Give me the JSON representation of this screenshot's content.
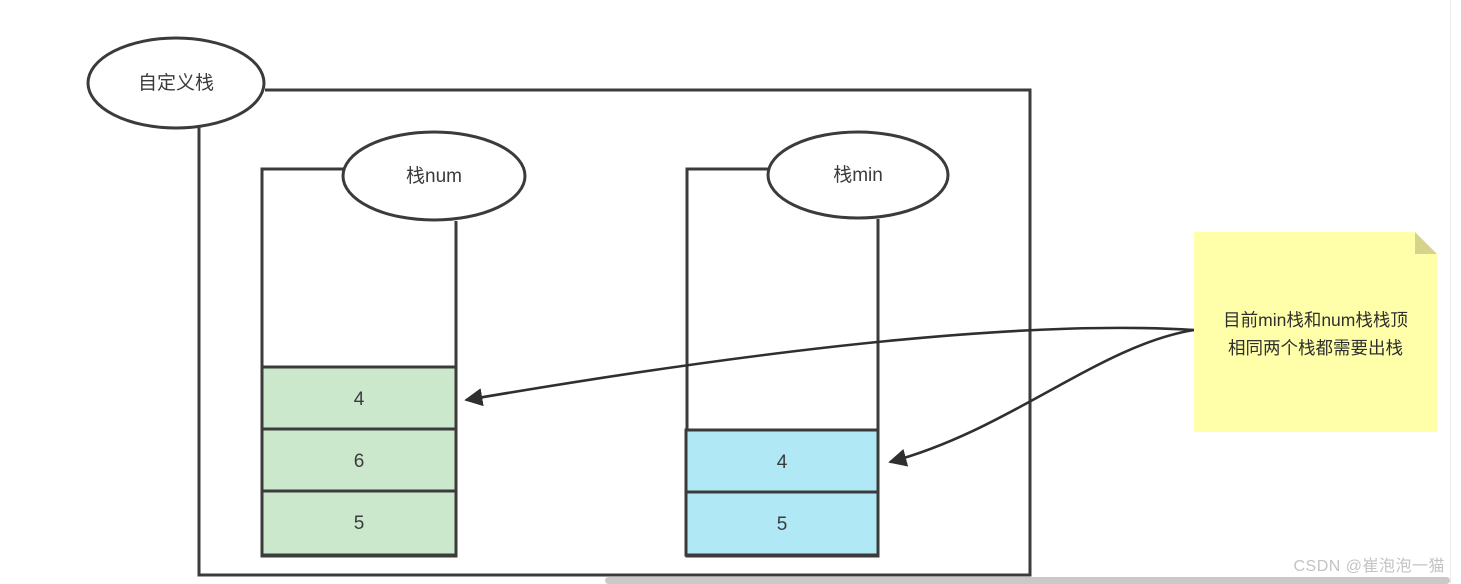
{
  "diagram": {
    "title_node": {
      "label": "自定义栈"
    },
    "stacks": [
      {
        "name": "num-stack",
        "title": "栈num",
        "color": "#cce8cc",
        "border": "#3b3b3b",
        "cells": [
          "4",
          "6",
          "5"
        ]
      },
      {
        "name": "min-stack",
        "title": "栈min",
        "color": "#b0e9f5",
        "border": "#3b3b3b",
        "cells": [
          "4",
          "5"
        ]
      }
    ],
    "note": {
      "line1": "目前min栈和num栈栈顶",
      "line2": "相同两个栈都需要出栈",
      "fill": "#ffffaa",
      "fold": "#d4d48a"
    },
    "arrows": [
      {
        "name": "arrow-to-num-top",
        "from": "note",
        "to": "num-stack-top-cell"
      },
      {
        "name": "arrow-to-min-top",
        "from": "note",
        "to": "min-stack-top-cell"
      }
    ],
    "line_color": "#3b3b3b"
  },
  "watermark": {
    "text": "CSDN @崔泡泡一猫"
  }
}
